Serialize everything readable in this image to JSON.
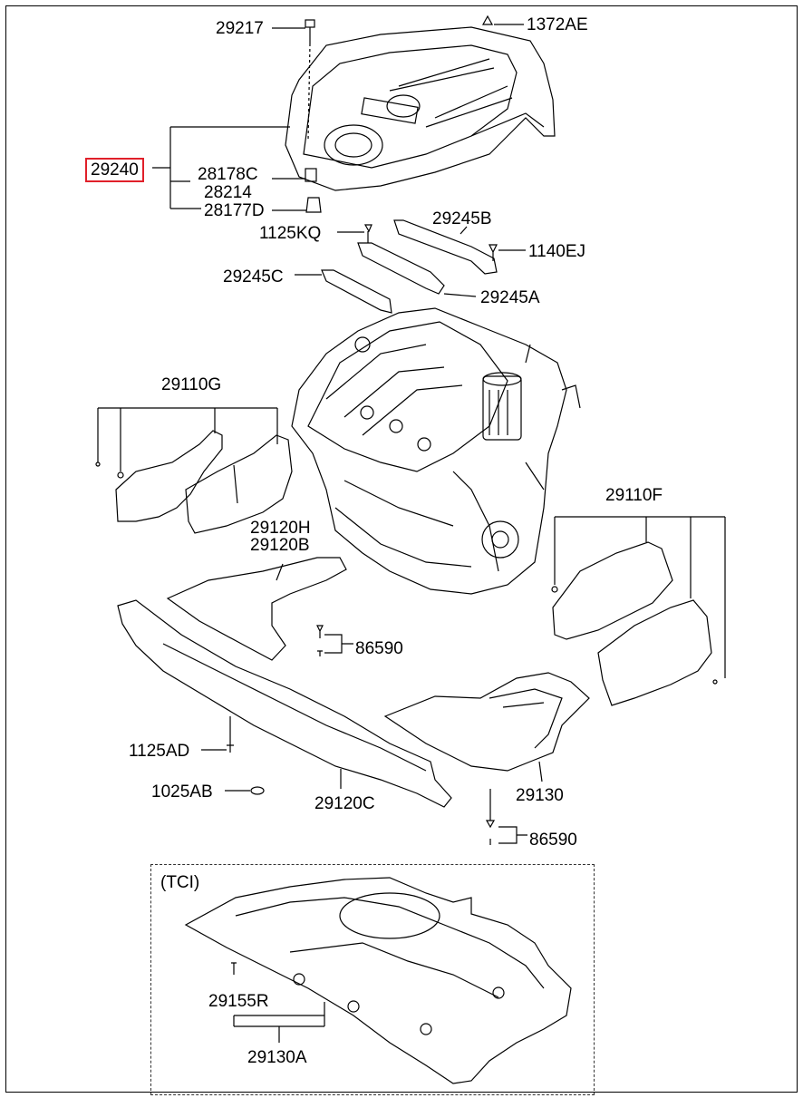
{
  "diagram": {
    "highlight_color": "#e0202a",
    "labels": {
      "p29217": "29217",
      "p1372AE": "1372AE",
      "p29240": "29240",
      "p28178C": "28178C",
      "p28214": "28214",
      "p28177D": "28177D",
      "p1125KQ": "1125KQ",
      "p29245B": "29245B",
      "p1140EJ": "1140EJ",
      "p29245C": "29245C",
      "p29245A": "29245A",
      "p29110G": "29110G",
      "p29110F": "29110F",
      "p29120H": "29120H",
      "p29120B": "29120B",
      "p86590a": "86590",
      "p1125AD": "1125AD",
      "p1025AB": "1025AB",
      "p29120C": "29120C",
      "p29130": "29130",
      "p86590b": "86590",
      "tci": "(TCI)",
      "p29155R": "29155R",
      "p29130A": "29130A"
    }
  }
}
